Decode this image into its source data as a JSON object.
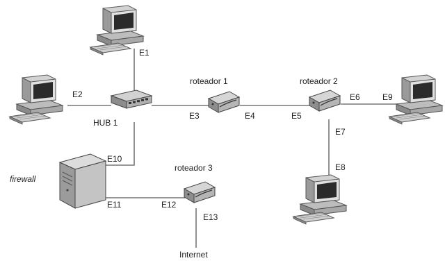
{
  "labels": {
    "router1": "roteador 1",
    "router2": "roteador 2",
    "router3": "roteador 3",
    "hub": "HUB 1",
    "firewall": "firewall",
    "internet": "Internet",
    "e1": "E1",
    "e2": "E2",
    "e3": "E3",
    "e4": "E4",
    "e5": "E5",
    "e6": "E6",
    "e7": "E7",
    "e8": "E8",
    "e9": "E9",
    "e10": "E10",
    "e11": "E11",
    "e12": "E12",
    "e13": "E13"
  },
  "colors": {
    "device_body": "#d9d9d9",
    "device_dark": "#5a5a5a",
    "screen": "#2b2b2b",
    "wire": "#777777"
  },
  "icons": {
    "pc": "desktop-computer-icon",
    "hub": "network-hub-icon",
    "router": "router-icon",
    "server": "tower-server-icon"
  }
}
